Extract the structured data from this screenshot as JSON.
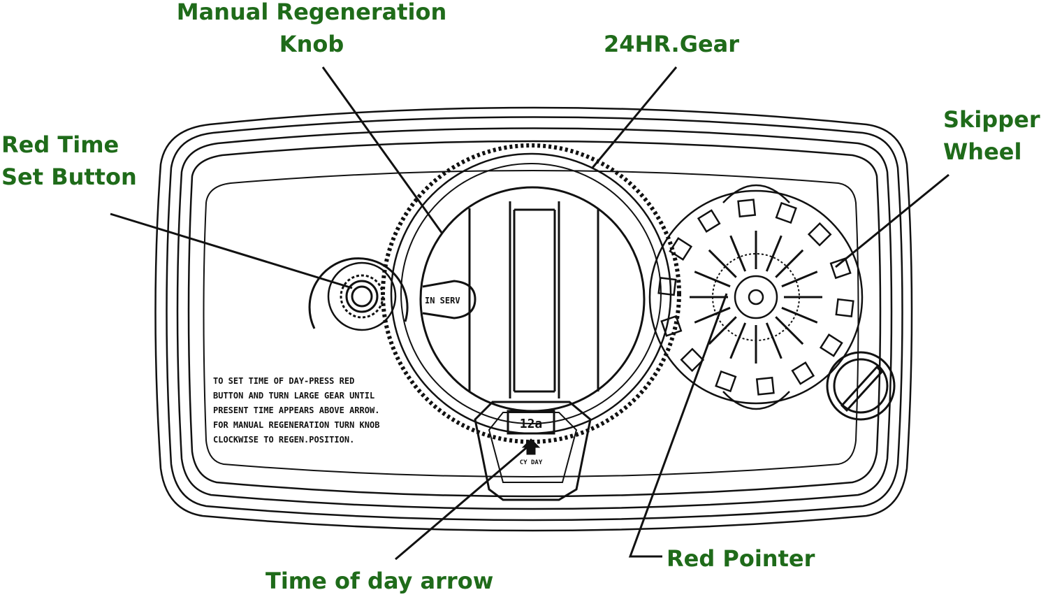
{
  "labels": {
    "manual_regeneration_knob": [
      "Manual Regeneration",
      "Knob"
    ],
    "gear_24hr": "24HR.Gear",
    "skipper_wheel": [
      "Skipper",
      "Wheel"
    ],
    "red_time_set_button": [
      "Red Time",
      "Set Button"
    ],
    "red_pointer": "Red Pointer",
    "time_of_day_arrow": "Time of day arrow"
  },
  "panel": {
    "instructions": [
      "TO SET TIME OF DAY-PRESS RED",
      "BUTTON AND TURN LARGE GEAR UNTIL",
      "PRESENT TIME APPEARS ABOVE ARROW.",
      "FOR MANUAL REGENERATION TURN KNOB",
      "CLOCKWISE TO REGEN.POSITION."
    ],
    "knob_position": "IN SERV",
    "time_window": "12a",
    "arrow_caption": "CY DAY"
  },
  "colors": {
    "label_green": "#1f6b1a",
    "line_art": "#111111"
  }
}
